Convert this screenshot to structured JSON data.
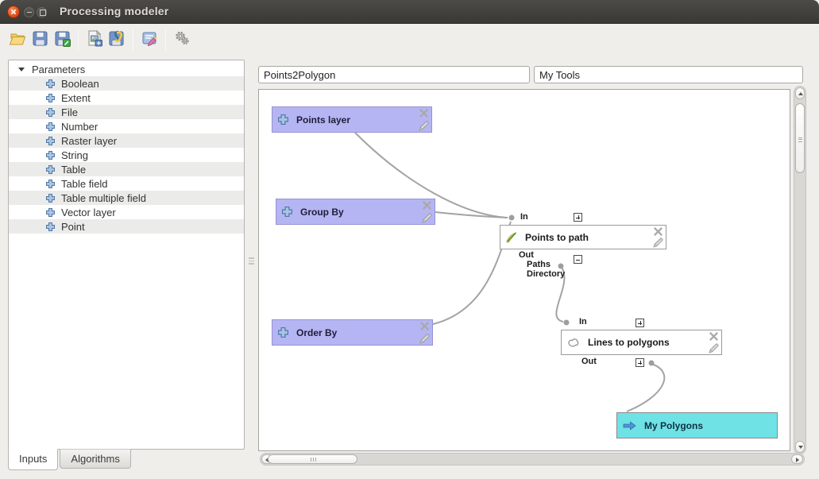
{
  "window": {
    "title": "Processing modeler"
  },
  "toolbar": {
    "buttons": [
      {
        "icon": "open-model-folder-icon"
      },
      {
        "icon": "save-model-icon"
      },
      {
        "icon": "save-model-as-icon"
      },
      {
        "icon": "export-model-as-image-icon"
      },
      {
        "icon": "export-model-as-python-icon"
      },
      {
        "icon": "edit-model-help-icon"
      },
      {
        "icon": "run-model-gears-icon"
      }
    ]
  },
  "header": {
    "model_name_value": "Points2Polygon",
    "group_value": "My Tools"
  },
  "sidebar": {
    "root_label": "Parameters",
    "items": [
      "Boolean",
      "Extent",
      "File",
      "Number",
      "Raster layer",
      "String",
      "Table",
      "Table field",
      "Table multiple field",
      "Vector layer",
      "Point"
    ],
    "tabs": [
      {
        "label": "Inputs",
        "active": true
      },
      {
        "label": "Algorithms",
        "active": false
      }
    ]
  },
  "canvas": {
    "inputs": [
      {
        "label": "Points layer",
        "icon": "parameter-plus-icon"
      },
      {
        "label": "Group By",
        "icon": "parameter-plus-icon"
      },
      {
        "label": "Order By",
        "icon": "parameter-plus-icon"
      }
    ],
    "algorithms": [
      {
        "label": "Points to path",
        "icon": "points-to-path-icon",
        "in_label": "In",
        "out_label": "Out",
        "outputs": [
          "Paths",
          "Directory"
        ]
      },
      {
        "label": "Lines to polygons",
        "icon": "lines-to-polygons-icon",
        "in_label": "In",
        "out_label": "Out"
      }
    ],
    "outputs": [
      {
        "label": "My Polygons",
        "icon": "output-arrow-icon"
      }
    ]
  },
  "colors": {
    "titlebar": "#3f3d3a",
    "close_button": "#dd4814",
    "parameter_box": "#b6b5f3",
    "output_box": "#6fe2e6",
    "connection": "#a3a3a3",
    "row_stripe": "#ebebe9"
  }
}
